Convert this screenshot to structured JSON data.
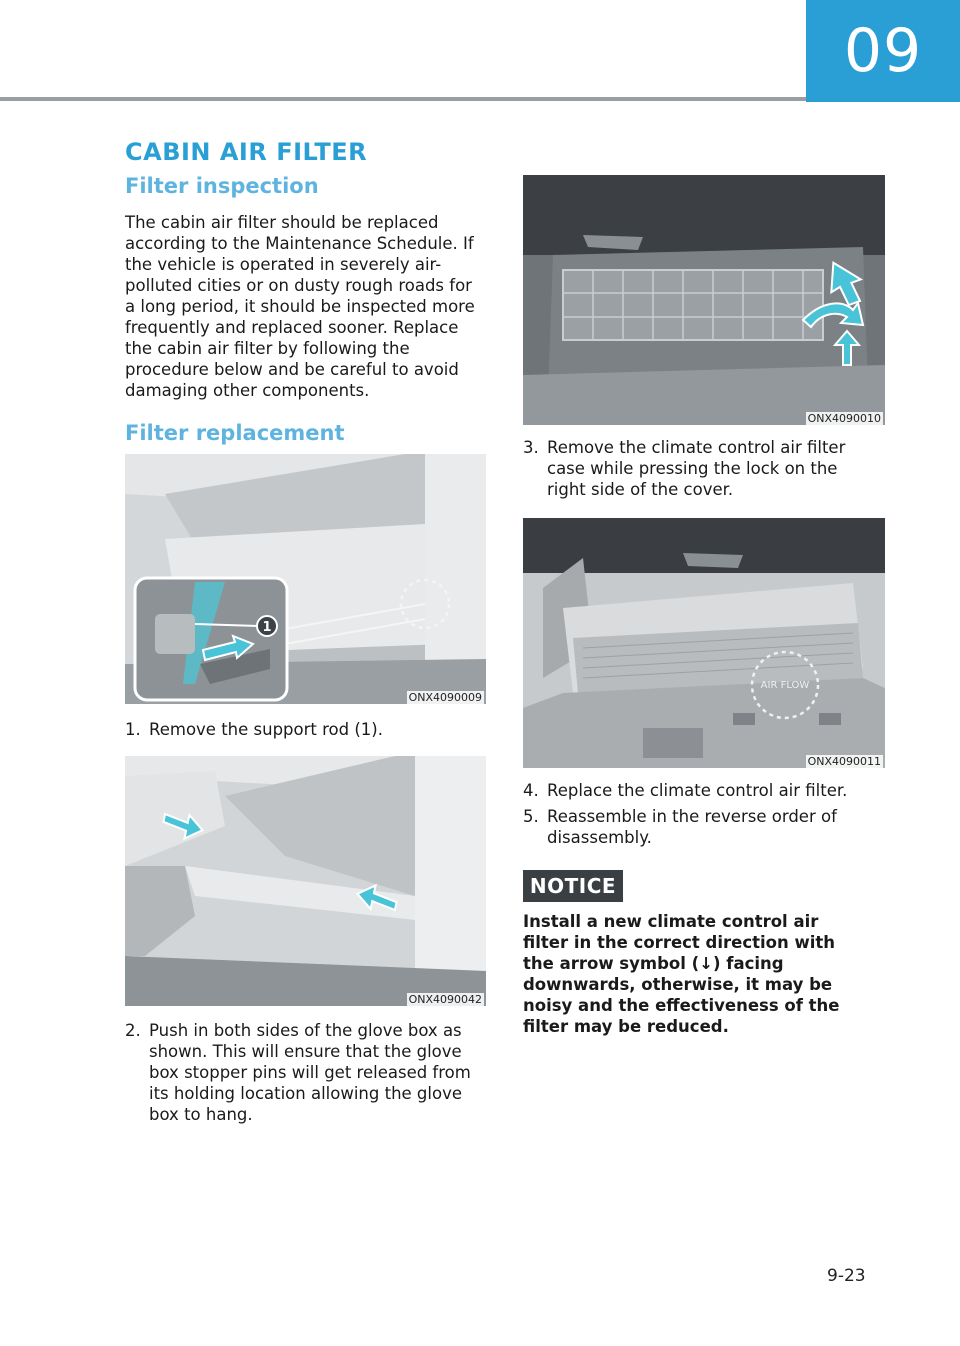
{
  "header": {
    "chapter": "09"
  },
  "section": {
    "title": "CABIN AIR FILTER"
  },
  "inspection": {
    "heading": "Filter inspection",
    "body": "The cabin air filter should be replaced according to the Maintenance Schedule. If the vehicle is operated in severely air-polluted cities or on dusty rough roads for a long period, it should be inspected more frequently and replaced sooner. Replace the cabin air filter by following the procedure below and be careful to avoid damaging other components."
  },
  "replacement": {
    "heading": "Filter replacement"
  },
  "figures": {
    "fig1": {
      "code": "ONX4090009",
      "callout": "1"
    },
    "fig2": {
      "code": "ONX4090042"
    },
    "fig3": {
      "code": "ONX4090010"
    },
    "fig4": {
      "code": "ONX4090011",
      "stamp": "AIR FLOW"
    }
  },
  "steps": [
    {
      "num": "1.",
      "text": "Remove the support rod (1)."
    },
    {
      "num": "2.",
      "text": "Push in both sides of the glove box as shown. This will ensure that the glove box stopper pins will get released from its holding location allowing the glove box to hang."
    },
    {
      "num": "3.",
      "text": "Remove the climate control air filter case while pressing the lock on the right side of the cover."
    },
    {
      "num": "4.",
      "text": "Replace the climate control air filter."
    },
    {
      "num": "5.",
      "text": "Reassemble in the reverse order of disassembly."
    }
  ],
  "notice": {
    "label": "NOTICE",
    "text": "Install a new climate control air filter in the correct direction with the arrow symbol (↓) facing downwards, otherwise, it may be noisy and the effectiveness of the filter may be reduced."
  },
  "footer": {
    "page": "9-23"
  },
  "colors": {
    "accent": "#2a9fd6",
    "subheading": "#5fb4df",
    "notice_bg": "#3a3f44",
    "arrow": "#49c3d8"
  }
}
